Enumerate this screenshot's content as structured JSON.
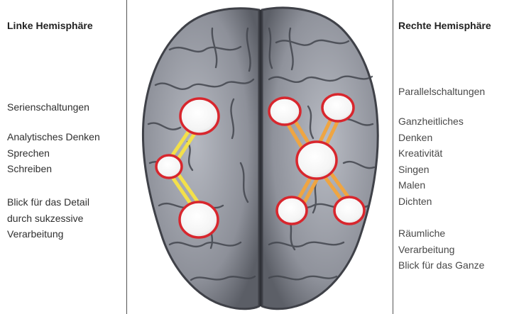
{
  "left": {
    "heading": "Linke Hemisphäre",
    "groups": [
      [
        "Serienschaltungen"
      ],
      [
        "Analytisches Denken",
        "Sprechen",
        "Schreiben"
      ],
      [
        "Blick für das Detail",
        "durch sukzessive",
        "Verarbeitung"
      ]
    ]
  },
  "right": {
    "heading": "Rechte Hemisphäre",
    "groups": [
      [
        "Parallelschaltungen"
      ],
      [
        "Ganzheitliches",
        "Denken",
        "Kreativität",
        "Singen",
        "Malen",
        "Dichten"
      ],
      [
        "Räumliche",
        "Verarbeitung",
        "Blick für das Ganze"
      ]
    ]
  },
  "colors": {
    "left_connector": "#f3e04a",
    "right_connector": "#efa542",
    "node_ring": "#d8262d",
    "brain": "#8b8e96"
  },
  "icons": [
    "brain-illustration"
  ]
}
